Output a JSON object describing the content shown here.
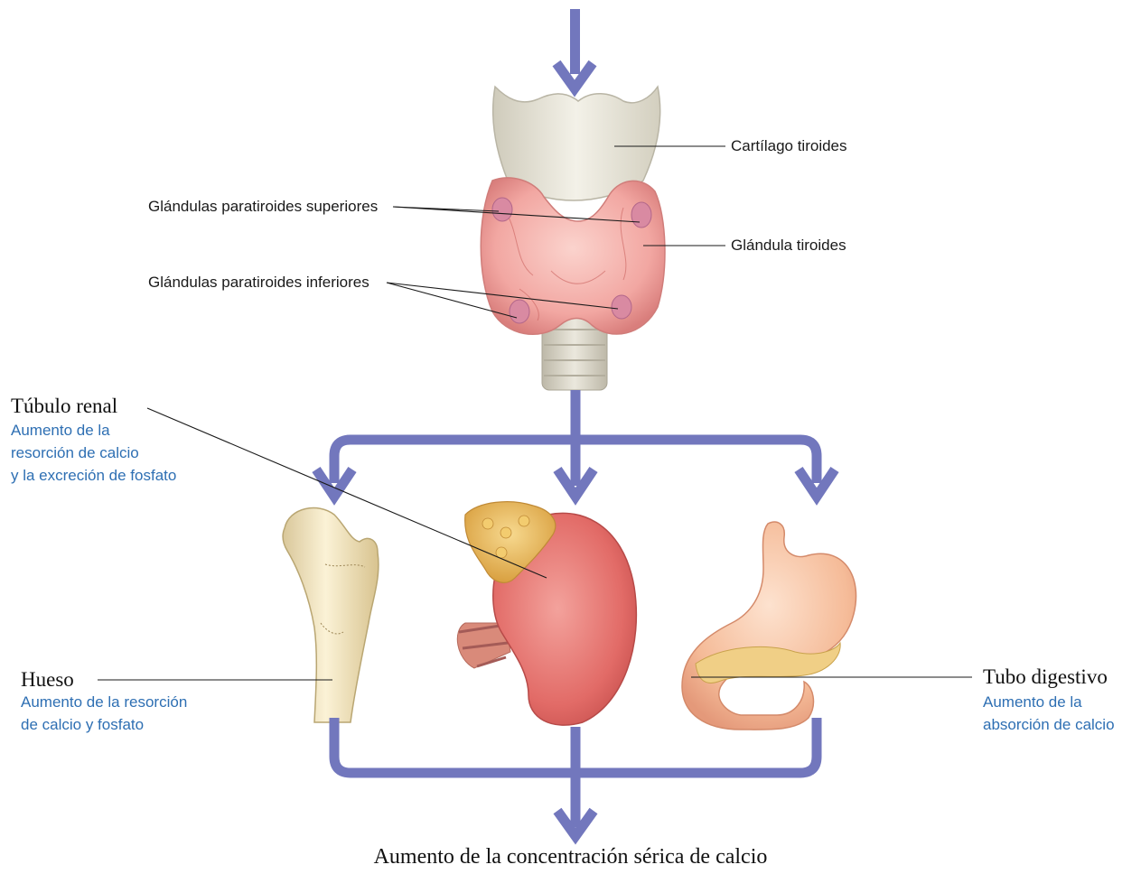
{
  "thyroid_labels": {
    "cartilago": "Cartílago tiroides",
    "glandula": "Glándula tiroides",
    "superiores": "Glándulas paratiroides superiores",
    "inferiores": "Glándulas paratiroides inferiores"
  },
  "organs": {
    "renal": {
      "title": "Túbulo renal",
      "lines": [
        "Aumento de la",
        "resorción de calcio",
        "y la excreción de fosfato"
      ]
    },
    "hueso": {
      "title": "Hueso",
      "lines": [
        "Aumento de la resorción",
        "de calcio y fosfato"
      ]
    },
    "digestivo": {
      "title": "Tubo digestivo",
      "lines": [
        "Aumento de la",
        "absorción de calcio"
      ]
    }
  },
  "outcome": "Aumento de la concentración sérica de calcio",
  "colors": {
    "arrow": "#7277bd",
    "effect_text": "#2e6fb3",
    "kidney": "#e06a66",
    "thyroid": "#f0a3a0",
    "cartilage": "#ece9dc",
    "bone": "#f0e3bd",
    "stomach": "#f5b996",
    "adrenal": "#e8b554"
  }
}
